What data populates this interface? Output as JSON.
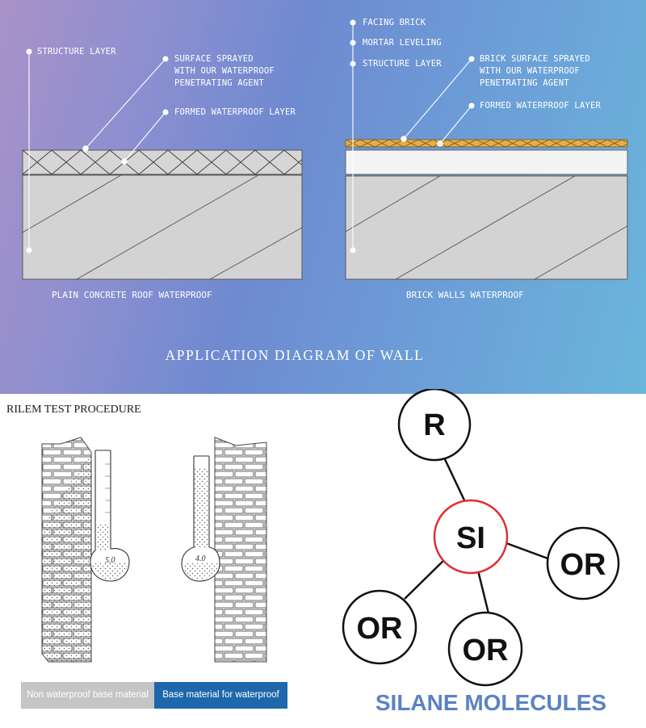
{
  "top": {
    "labels": {
      "structure_layer": "STRUCTURE LAYER",
      "surface_sprayed": "SURFACE SPRAYED\nWITH OUR WATERPROOF\nPENETRATING AGENT",
      "formed_layer_left": "FORMED WATERPROOF LAYER",
      "facing_brick": "FACING BRICK",
      "mortar_leveling": "MORTAR LEVELING",
      "structure_layer_right": "STRUCTURE LAYER",
      "brick_surface_sprayed": "BRICK SURFACE SPRAYED\nWITH OUR WATERPROOF\nPENETRATING AGENT",
      "formed_layer_right": "FORMED WATERPROOF LAYER"
    },
    "captions": {
      "left": "PLAIN CONCRETE ROOF WATERPROOF",
      "right": "BRICK WALLS WATERPROOF"
    },
    "title": "APPLICATION DIAGRAM OF WALL",
    "colors": {
      "concrete": "#d3d3d3",
      "mortar": "#f4f4f4",
      "brick_surface": "#e8ad46"
    }
  },
  "rilem": {
    "title": "RILEM TEST PROCEDURE",
    "left_tube_label": "5.0",
    "right_tube_label": "4.0",
    "buttons": {
      "non_waterproof": "Non waterproof base material",
      "waterproof": "Base material for waterproof"
    },
    "colors": {
      "non_waterproof": "#c5c5c5",
      "waterproof": "#1e67aa"
    }
  },
  "molecule": {
    "atoms": {
      "r": "R",
      "si": "SI",
      "or_right": "OR",
      "or_left": "OR",
      "or_bottom": "OR"
    },
    "title": "SILANE MOLECULES",
    "colors": {
      "si_ring": "#e03030",
      "title": "#5b82c4"
    }
  }
}
